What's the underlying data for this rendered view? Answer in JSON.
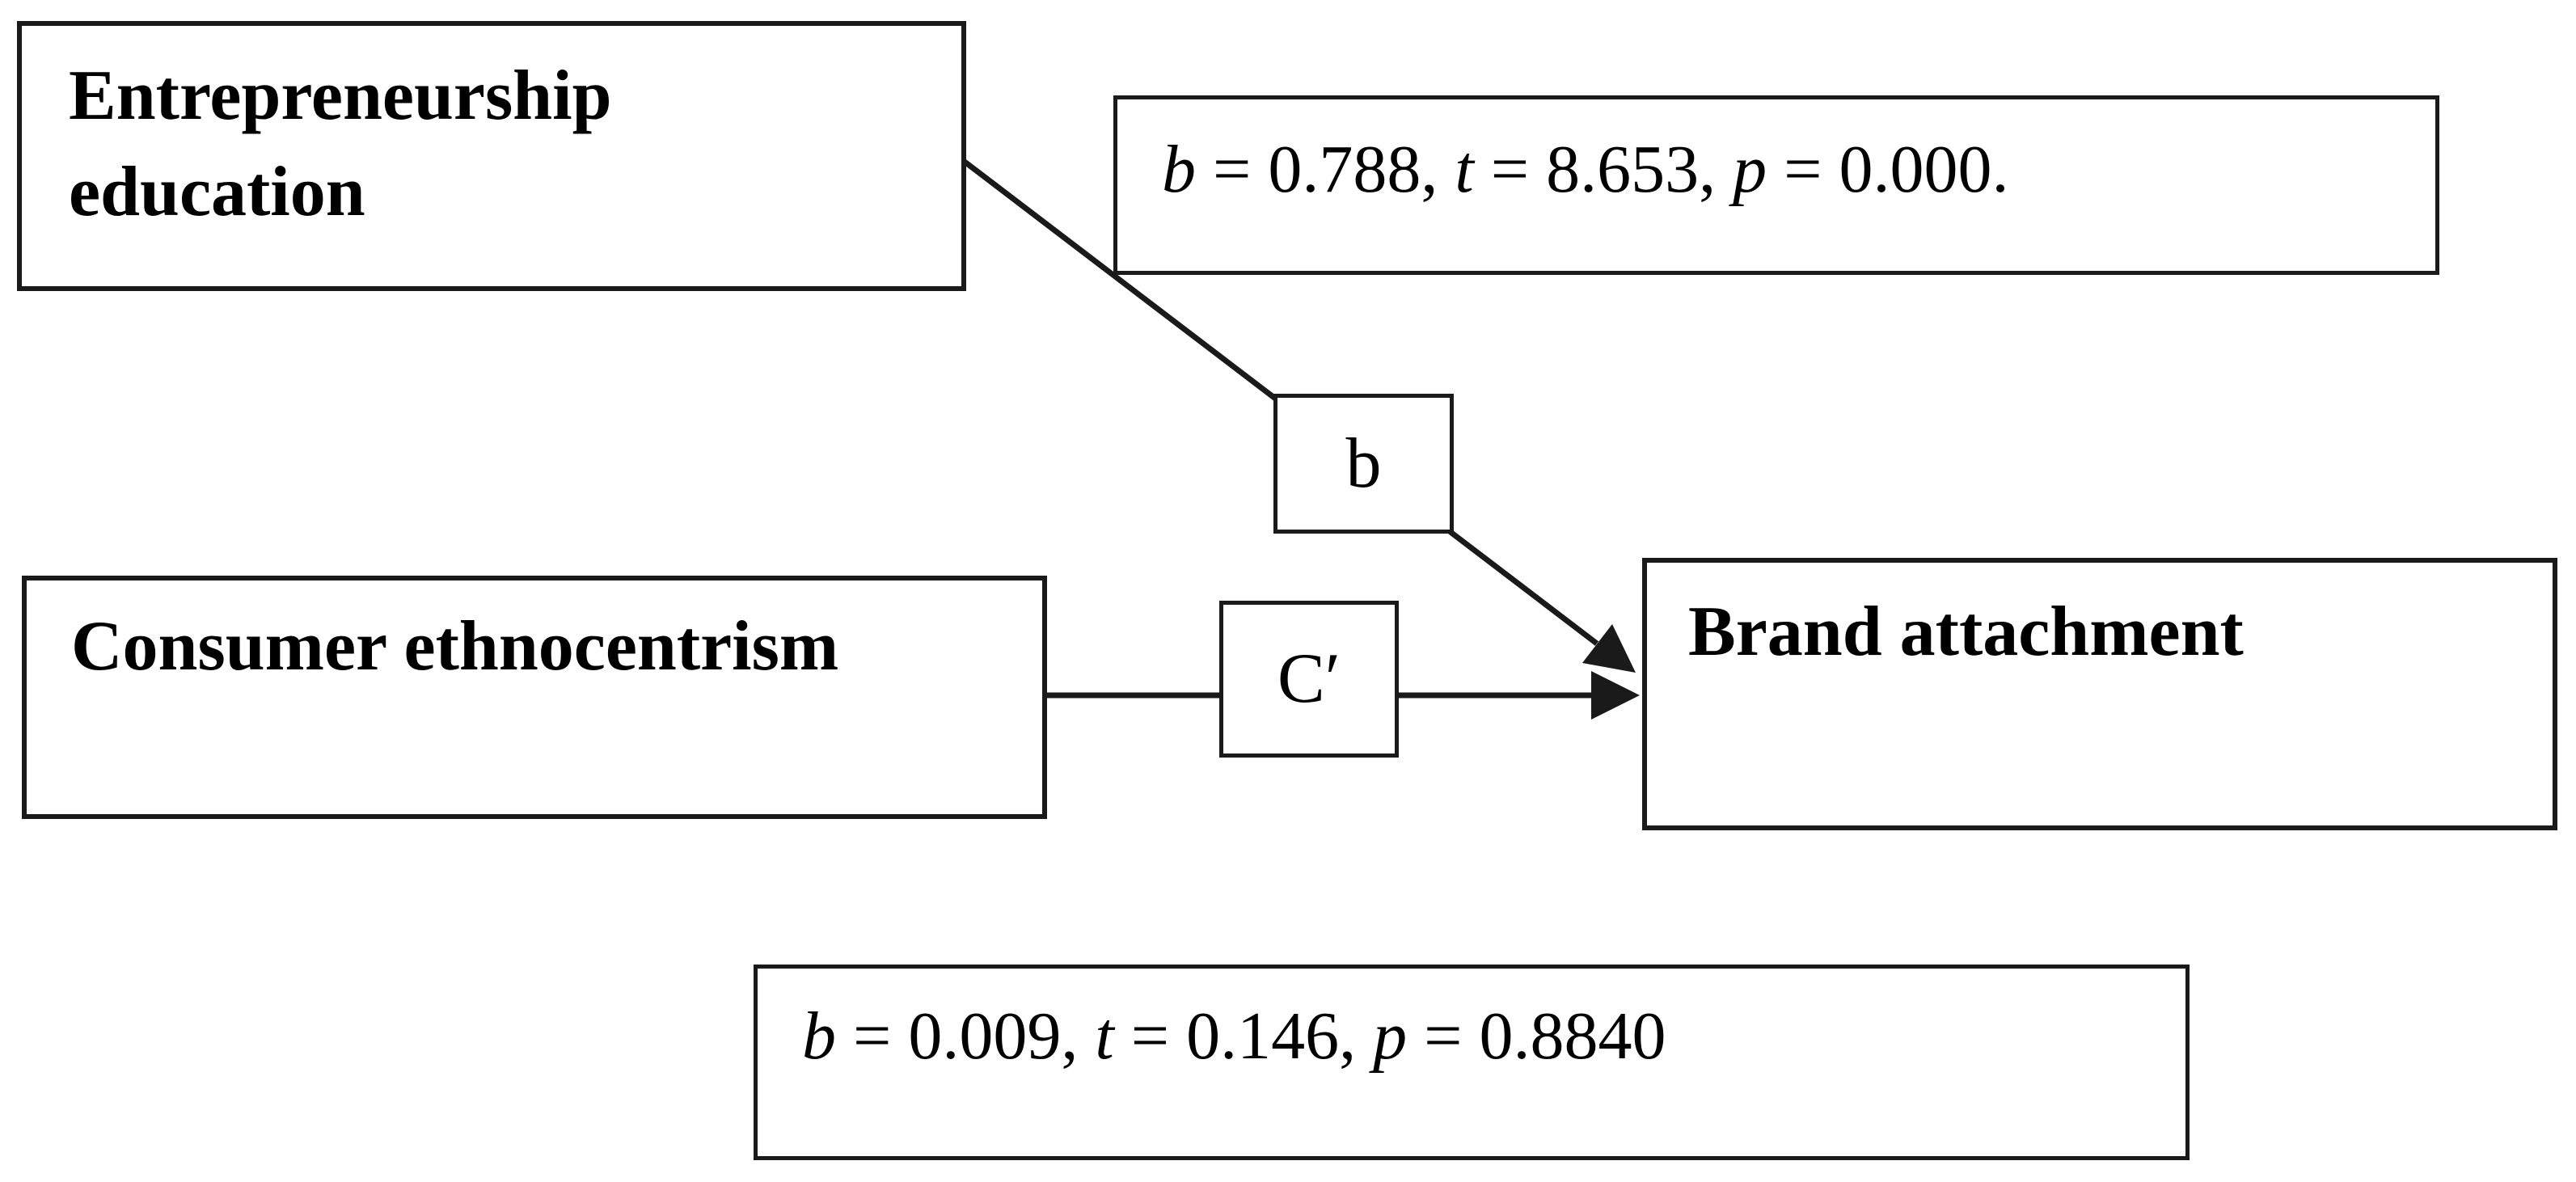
{
  "boxes": {
    "entrepreneurship": {
      "line1": "Entrepreneurship",
      "line2": "education"
    },
    "consumer": {
      "label": "Consumer ethnocentrism"
    },
    "brand": {
      "label": "Brand attachment"
    },
    "path_b": {
      "label": "b"
    },
    "path_c": {
      "label": "C′"
    }
  },
  "stats": {
    "indirect": {
      "text": "b = 0.788, t = 8.653, p = 0.000.",
      "runs": [
        {
          "t": "b",
          "italic": true
        },
        {
          "t": " = 0.788, ",
          "italic": false
        },
        {
          "t": "t",
          "italic": true
        },
        {
          "t": " = 8.653, ",
          "italic": false
        },
        {
          "t": "p",
          "italic": true
        },
        {
          "t": " = 0.000.",
          "italic": false
        }
      ]
    },
    "direct": {
      "text": "b = 0.009, t = 0.146, p = 0.8840",
      "runs": [
        {
          "t": "b",
          "italic": true
        },
        {
          "t": " = 0.009, ",
          "italic": false
        },
        {
          "t": "t",
          "italic": true
        },
        {
          "t": " = 0.146, ",
          "italic": false
        },
        {
          "t": "p",
          "italic": true
        },
        {
          "t": " = 0.8840",
          "italic": false
        }
      ]
    }
  },
  "colors": {
    "line": "#1a1a1a",
    "border": "#1a1a1a",
    "text": "#000000",
    "background": "#ffffff"
  }
}
